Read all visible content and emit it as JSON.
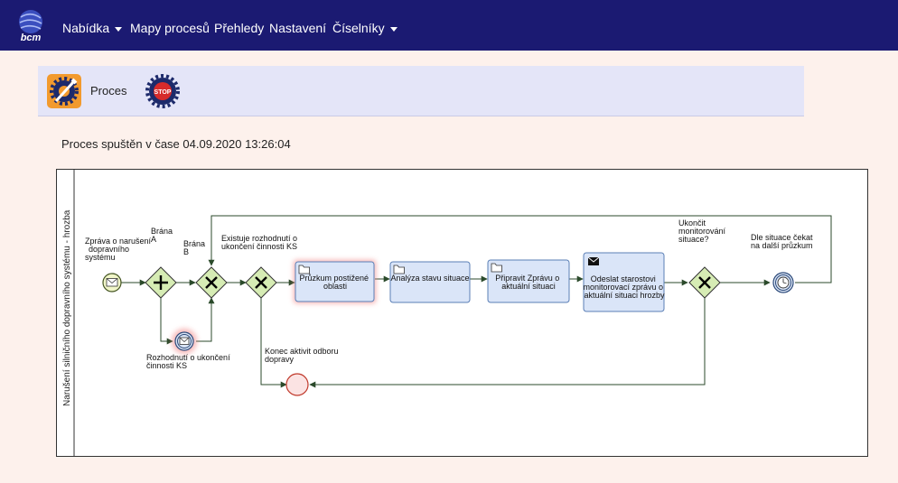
{
  "navbar": {
    "logo_text": "bcm",
    "items": [
      {
        "label": "Nabídka",
        "dropdown": true
      },
      {
        "label": "Mapy procesů",
        "dropdown": false
      },
      {
        "label": "Přehledy",
        "dropdown": false
      },
      {
        "label": "Nastavení",
        "dropdown": false
      },
      {
        "label": "Číselníky",
        "dropdown": true
      }
    ]
  },
  "toolbar": {
    "process_label": "Proces",
    "stop_icon_text": "STOP"
  },
  "status": {
    "text": "Proces spuštěn v čase 04.09.2020 13:26:04"
  },
  "diagram": {
    "pool_label": "Narušení silničního dopravního systému - hrozba",
    "start_event": {
      "label_lines": [
        "Zpráva o narušení",
        "dopravního",
        "systému"
      ]
    },
    "gateway_a": {
      "label_lines": [
        "Brána",
        "A"
      ]
    },
    "gateway_b": {
      "label_lines": [
        "Brána",
        "B"
      ]
    },
    "gateway_c": {
      "label_lines": [
        "Existuje rozhodnutí o",
        "ukončení činnosti KS"
      ]
    },
    "intermediate_message": {
      "label_lines": [
        "Rozhodnutí o ukončení",
        "činnosti KS"
      ]
    },
    "tasks": [
      {
        "label_lines": [
          "Průzkum postižené",
          "oblasti"
        ],
        "active": true
      },
      {
        "label_lines": [
          "Analýza stavu situace"
        ],
        "active": false
      },
      {
        "label_lines": [
          "Připravit Zprávu o",
          "aktuální situaci"
        ],
        "active": false
      },
      {
        "label_lines": [
          "Odeslat starostovi",
          "monitorovací zprávu o",
          "aktuální situaci hrozby"
        ],
        "active": false
      }
    ],
    "gateway_d": {
      "label_lines": [
        "Ukončit",
        "monitorování",
        "situace?"
      ]
    },
    "timer_event": {
      "label_lines": [
        "Dle situace čekat",
        "na další průzkum"
      ]
    },
    "end_event": {
      "label_lines": [
        "Konec aktivit odboru",
        "dopravy"
      ]
    }
  },
  "colors": {
    "navbar": "#1b1a72",
    "page_bg": "#fdf1ec",
    "task_fill": "#dae5f8",
    "task_stroke": "#5b7fb6",
    "active_glow": "#f08080",
    "gateway_fill": "#d6ecb4",
    "start_fill": "#f0f5c8",
    "end_fill": "#fbe3e3",
    "end_stroke": "#c0392b"
  }
}
